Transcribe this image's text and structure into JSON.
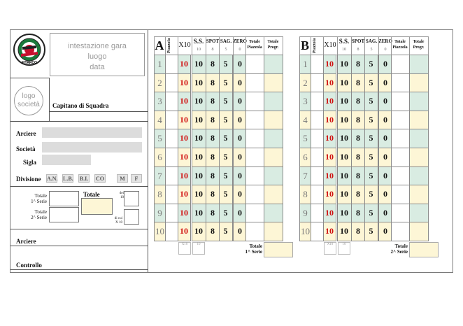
{
  "header": {
    "intestazione_line1": "intestazione gara",
    "intestazione_line2": "luogo",
    "intestazione_line3": "data",
    "logo_line1": "logo",
    "logo_line2": "società",
    "club_name": "FITARCO",
    "capitano_label": "Capitano di Squadra"
  },
  "athlete": {
    "arciere_label": "Arciere",
    "societa_label": "Società",
    "sigla_label": "Sigla",
    "divisione_label": "Divisione",
    "divisioni": [
      "A.N.",
      "L.B.",
      "B.I.",
      "CO",
      "M",
      "F"
    ]
  },
  "totals": {
    "serie1_label_1": "Totale",
    "serie1_label_2": "1^ Serie",
    "serie2_label_1": "Totale",
    "serie2_label_2": "2^ Serie",
    "totale_label": "Totale",
    "dicui_top": "dei",
    "dicui_top2": "10",
    "dicui_bottom": "di cui",
    "dicui_bottom2": "X 10"
  },
  "footer": {
    "arciere_label": "Arciere",
    "controllo_label": "Controllo"
  },
  "columns": {
    "piazzola": "Piazzola",
    "x10": "X10",
    "ss": "S.S.",
    "ss_sub": "10",
    "spot": "SPOT",
    "spot_sub": "8",
    "sag": "SAG.",
    "sag_sub": "5",
    "zero": "ZERO",
    "zero_sub": "0",
    "tot_piazzola_1": "Totale",
    "tot_piazzola_2": "Piazzola",
    "tot_progr_1": "Totale",
    "tot_progr_2": "Progr."
  },
  "row_values": {
    "x10": "10",
    "ss": "10",
    "spot": "8",
    "sag": "5",
    "zero": "0"
  },
  "rows": [
    "1",
    "2",
    "3",
    "4",
    "5",
    "6",
    "7",
    "8",
    "9",
    "10"
  ],
  "footer_small": {
    "x10": "X10",
    "ten": "10"
  },
  "grid_a": {
    "letter": "A",
    "total_line1": "Totale",
    "total_line2": "1^ Serie"
  },
  "grid_b": {
    "letter": "B",
    "total_line1": "Totale",
    "total_line2": "2^ Serie"
  },
  "colors": {
    "green": "#d9ece2",
    "yellow": "#fdf6d6",
    "red": "#d01010"
  }
}
